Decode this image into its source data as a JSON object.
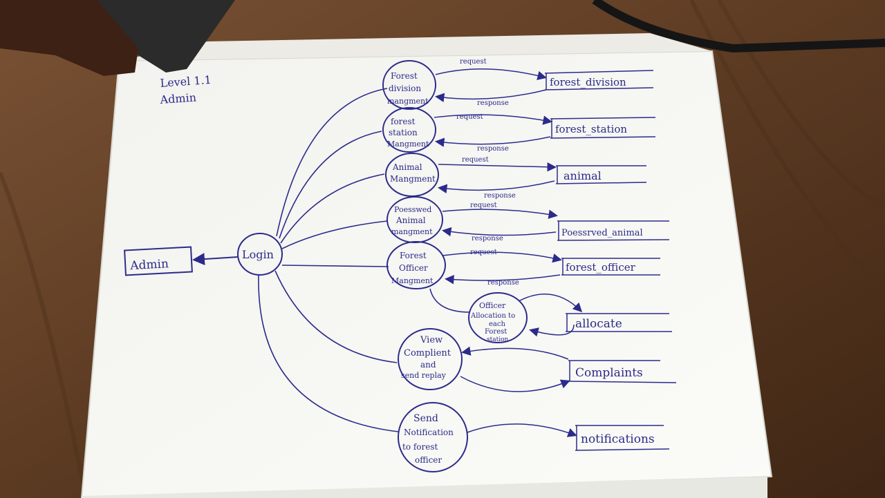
{
  "colors": {
    "ink": "#2b2b8c",
    "paper": "#f7f7f4",
    "desk": "#5a3a22"
  },
  "header": {
    "line1": "Level 1.1",
    "line2": "Admin"
  },
  "entities": {
    "admin": "Admin"
  },
  "center": {
    "label": "Login"
  },
  "processes": [
    {
      "lines": [
        "Forest",
        "division",
        "mangment"
      ],
      "store": "forest_division",
      "top": "request",
      "bottom": "response"
    },
    {
      "lines": [
        "forest",
        "station",
        "Mangment"
      ],
      "store": "forest_station",
      "top": "request",
      "bottom": "response"
    },
    {
      "lines": [
        "Animal",
        "Mangment"
      ],
      "store": "animal",
      "top": "request",
      "bottom": "response"
    },
    {
      "lines": [
        "Poesswed",
        "Animal",
        "mangment"
      ],
      "store": "Poessrved_animal",
      "top": "request",
      "bottom": "response"
    },
    {
      "lines": [
        "Forest",
        "Officer",
        "Mangment"
      ],
      "store": "forest_officer",
      "top": "request",
      "bottom": "response"
    },
    {
      "lines": [
        "Officer",
        "Allocation to",
        "each",
        "Forest",
        "station"
      ],
      "store": "allocate",
      "top": "",
      "bottom": ""
    },
    {
      "lines": [
        "View",
        "Complient",
        "and",
        "send replay"
      ],
      "store": "Complaints",
      "top": "",
      "bottom": ""
    },
    {
      "lines": [
        "Send",
        "Notification",
        "to forest",
        "officer"
      ],
      "store": "notifications",
      "top": "",
      "bottom": ""
    }
  ]
}
